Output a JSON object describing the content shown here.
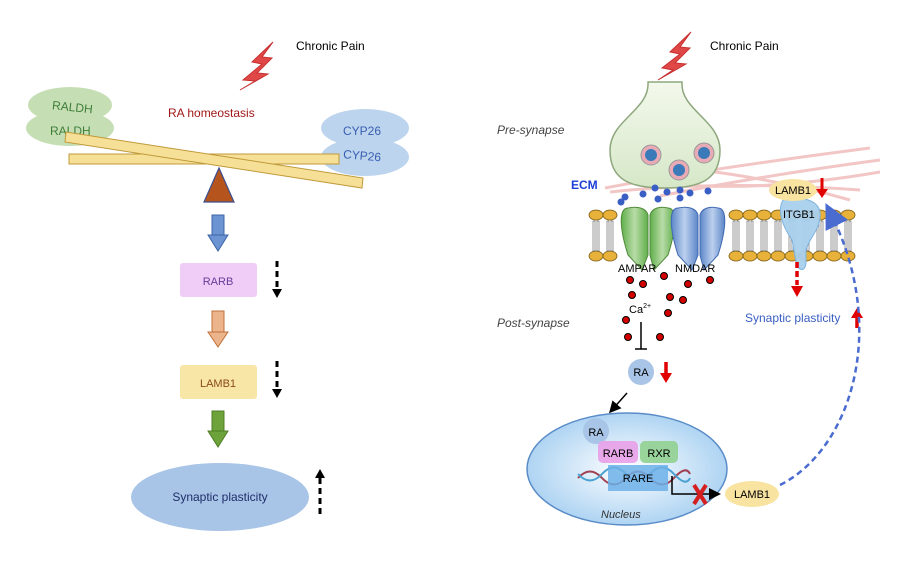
{
  "left_panel": {
    "stimulus": "Chronic Pain",
    "balance_title": "RA homeostasis",
    "left_enzyme": [
      "RALDH",
      "RALDH"
    ],
    "right_enzyme": [
      "CYP26",
      "CYP26"
    ],
    "cascade": [
      {
        "label": "RARB",
        "change": "down"
      },
      {
        "label": "LAMB1",
        "change": "down"
      },
      {
        "label": "Synaptic plasticity",
        "change": "up"
      }
    ],
    "colors": {
      "rarb_box": "#efcdf7",
      "lamb1_box": "#f8e6a6",
      "plasticity": "#a8c4e6",
      "raldh": "#c6deb4",
      "cyp26": "#bcd4ee",
      "beam": "#f6df96",
      "fulcrum": "#b5541c",
      "lightning": "#e04444"
    }
  },
  "right_panel": {
    "stimulus": "Chronic Pain",
    "pre_label": "Pre-synapse",
    "post_label": "Post-synapse",
    "ecm_label": "ECM",
    "receptors": [
      "AMPAR",
      "NMDAR"
    ],
    "lamb1_label": "LAMB1",
    "itgb1_label": "ITGB1",
    "calcium_label": "Ca",
    "calcium_sup": "2+",
    "ra_label": "RA",
    "plasticity_label": "Synaptic plasticity",
    "nucleus": {
      "label": "Nucleus",
      "ra": "RA",
      "rarb": "RARB",
      "rxr": "RXR",
      "rare": "RARE",
      "product": "LAMB1"
    },
    "colors": {
      "accent_blue": "#3a5fc4",
      "down_arrow": "#e00000",
      "ecm": "#1f3fd6"
    }
  }
}
